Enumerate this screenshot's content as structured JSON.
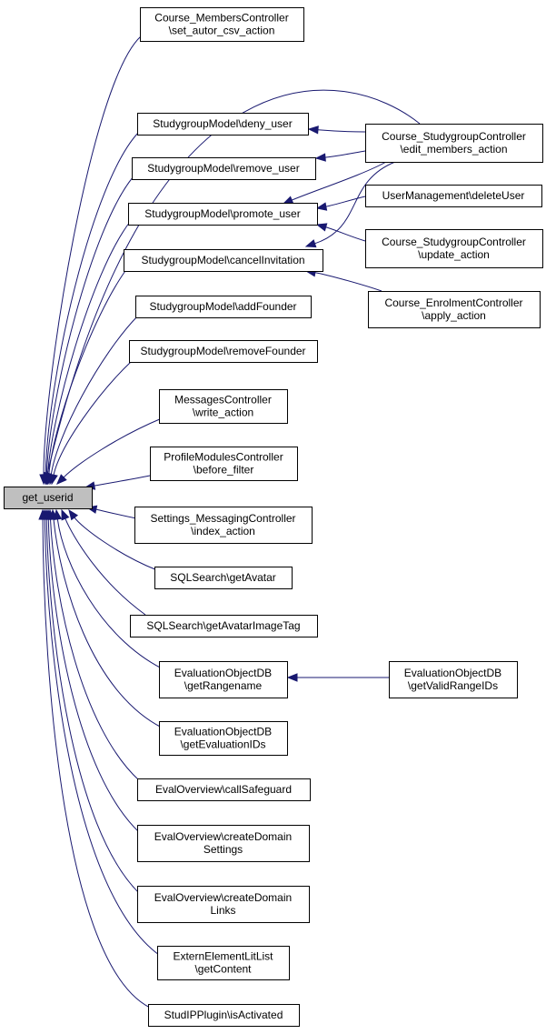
{
  "graph": {
    "edge_color": "#191970",
    "focus_fill": "#bfbfbf",
    "nodes": [
      {
        "id": "get_userid",
        "lines": [
          "get_userid"
        ]
      },
      {
        "id": "cm_set_autor",
        "lines": [
          "Course_MembersController",
          "\\set_autor_csv_action"
        ]
      },
      {
        "id": "sg_deny",
        "lines": [
          "StudygroupModel\\deny_user"
        ]
      },
      {
        "id": "sg_remove",
        "lines": [
          "StudygroupModel\\remove_user"
        ]
      },
      {
        "id": "sg_promote",
        "lines": [
          "StudygroupModel\\promote_user"
        ]
      },
      {
        "id": "sg_cancel",
        "lines": [
          "StudygroupModel\\cancelInvitation"
        ]
      },
      {
        "id": "sg_addfounder",
        "lines": [
          "StudygroupModel\\addFounder"
        ]
      },
      {
        "id": "sg_removefounder",
        "lines": [
          "StudygroupModel\\removeFounder"
        ]
      },
      {
        "id": "msg_write",
        "lines": [
          "MessagesController",
          "\\write_action"
        ]
      },
      {
        "id": "pm_before",
        "lines": [
          "ProfileModulesController",
          "\\before_filter"
        ]
      },
      {
        "id": "sm_index",
        "lines": [
          "Settings_MessagingController",
          "\\index_action"
        ]
      },
      {
        "id": "sql_avatar",
        "lines": [
          "SQLSearch\\getAvatar"
        ]
      },
      {
        "id": "sql_avatartag",
        "lines": [
          "SQLSearch\\getAvatarImageTag"
        ]
      },
      {
        "id": "eo_rangename",
        "lines": [
          "EvaluationObjectDB",
          "\\getRangename"
        ]
      },
      {
        "id": "eo_evalids",
        "lines": [
          "EvaluationObjectDB",
          "\\getEvaluationIDs"
        ]
      },
      {
        "id": "ev_safeguard",
        "lines": [
          "EvalOverview\\callSafeguard"
        ]
      },
      {
        "id": "ev_domsettings",
        "lines": [
          "EvalOverview\\createDomain",
          "Settings"
        ]
      },
      {
        "id": "ev_domlinks",
        "lines": [
          "EvalOverview\\createDomain",
          "Links"
        ]
      },
      {
        "id": "ext_getcontent",
        "lines": [
          "ExternElementLitList",
          "\\getContent"
        ]
      },
      {
        "id": "plugin_active",
        "lines": [
          "StudIPPlugin\\isActivated"
        ]
      },
      {
        "id": "csc_edit",
        "lines": [
          "Course_StudygroupController",
          "\\edit_members_action"
        ]
      },
      {
        "id": "um_delete",
        "lines": [
          "UserManagement\\deleteUser"
        ]
      },
      {
        "id": "csc_update",
        "lines": [
          "Course_StudygroupController",
          "\\update_action"
        ]
      },
      {
        "id": "ce_apply",
        "lines": [
          "Course_EnrolmentController",
          "\\apply_action"
        ]
      },
      {
        "id": "eo_validrange",
        "lines": [
          "EvaluationObjectDB",
          "\\getValidRangeIDs"
        ]
      }
    ],
    "edges": [
      {
        "from": "cm_set_autor",
        "to": "get_userid"
      },
      {
        "from": "csc_edit",
        "to": "get_userid"
      },
      {
        "from": "sg_deny",
        "to": "get_userid"
      },
      {
        "from": "sg_remove",
        "to": "get_userid"
      },
      {
        "from": "sg_promote",
        "to": "get_userid"
      },
      {
        "from": "sg_cancel",
        "to": "get_userid"
      },
      {
        "from": "sg_addfounder",
        "to": "get_userid"
      },
      {
        "from": "sg_removefounder",
        "to": "get_userid"
      },
      {
        "from": "msg_write",
        "to": "get_userid"
      },
      {
        "from": "pm_before",
        "to": "get_userid"
      },
      {
        "from": "sm_index",
        "to": "get_userid"
      },
      {
        "from": "sql_avatar",
        "to": "get_userid"
      },
      {
        "from": "sql_avatartag",
        "to": "get_userid"
      },
      {
        "from": "eo_rangename",
        "to": "get_userid"
      },
      {
        "from": "eo_evalids",
        "to": "get_userid"
      },
      {
        "from": "ev_safeguard",
        "to": "get_userid"
      },
      {
        "from": "ev_domsettings",
        "to": "get_userid"
      },
      {
        "from": "ev_domlinks",
        "to": "get_userid"
      },
      {
        "from": "ext_getcontent",
        "to": "get_userid"
      },
      {
        "from": "plugin_active",
        "to": "get_userid"
      },
      {
        "from": "csc_edit",
        "to": "sg_deny"
      },
      {
        "from": "csc_edit",
        "to": "sg_remove"
      },
      {
        "from": "csc_edit",
        "to": "sg_promote"
      },
      {
        "from": "csc_edit",
        "to": "sg_cancel"
      },
      {
        "from": "um_delete",
        "to": "sg_promote"
      },
      {
        "from": "csc_update",
        "to": "sg_promote"
      },
      {
        "from": "ce_apply",
        "to": "sg_cancel"
      },
      {
        "from": "eo_validrange",
        "to": "eo_rangename"
      }
    ]
  }
}
